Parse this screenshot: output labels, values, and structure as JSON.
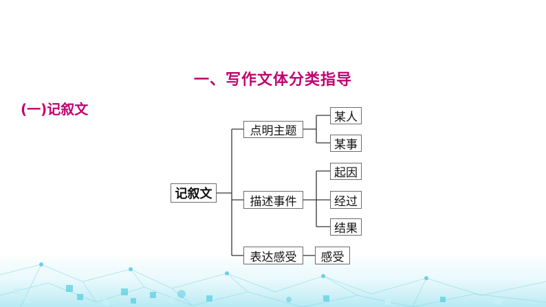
{
  "title": "一、写作文体分类指导",
  "subtitle": "(一)记叙文",
  "diagram": {
    "root": "记叙文",
    "branches": [
      {
        "label": "点明主题",
        "children": [
          "某人",
          "某事"
        ]
      },
      {
        "label": "描述事件",
        "children": [
          "起因",
          "经过",
          "结果"
        ]
      },
      {
        "label": "表达感受",
        "children": [
          "感受"
        ]
      }
    ]
  },
  "colors": {
    "title": "#c0006f",
    "line": "#333333",
    "border": "#6a6a6a",
    "decoration": "#4fc9dc"
  }
}
